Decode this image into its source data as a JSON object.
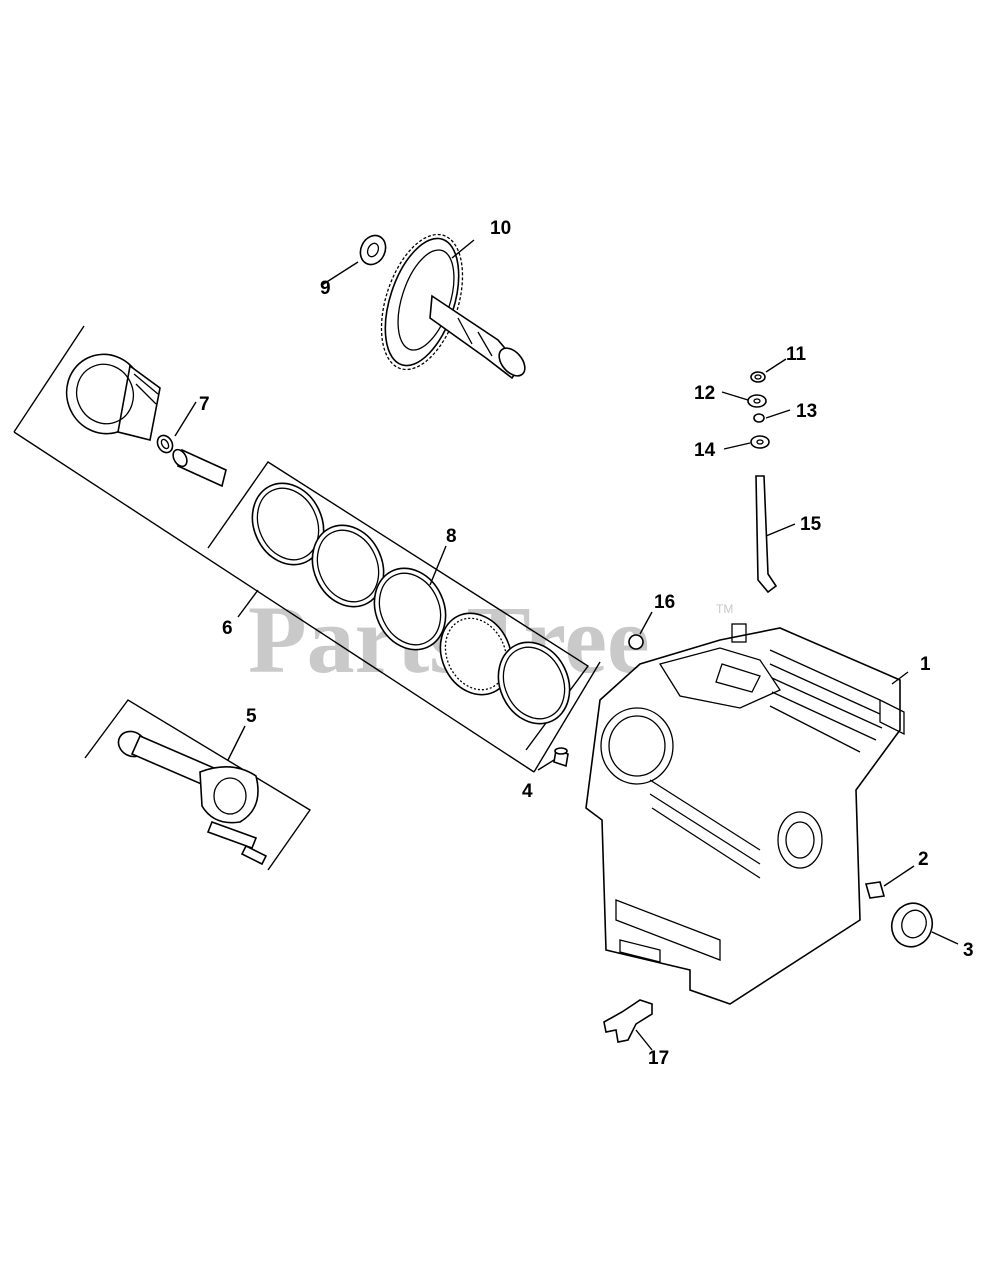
{
  "watermark": {
    "text": "PartsTree",
    "trademark": "TM",
    "color": "#c9c9c9"
  },
  "callouts": {
    "c1": "1",
    "c2": "2",
    "c3": "3",
    "c4": "4",
    "c5": "5",
    "c6": "6",
    "c7": "7",
    "c8": "8",
    "c9": "9",
    "c10": "10",
    "c11": "11",
    "c12": "12",
    "c13": "13",
    "c14": "14",
    "c15": "15",
    "c16": "16",
    "c17": "17"
  },
  "parts": [
    {
      "id": "1",
      "icon": "crankcase-icon"
    },
    {
      "id": "2",
      "icon": "plug-icon"
    },
    {
      "id": "3",
      "icon": "oil-seal-icon"
    },
    {
      "id": "4",
      "icon": "dowel-pin-icon"
    },
    {
      "id": "5",
      "icon": "connecting-rod-icon"
    },
    {
      "id": "6",
      "icon": "piston-assembly-icon"
    },
    {
      "id": "7",
      "icon": "retaining-ring-icon"
    },
    {
      "id": "8",
      "icon": "piston-ring-set-icon"
    },
    {
      "id": "9",
      "icon": "shim-icon"
    },
    {
      "id": "10",
      "icon": "camshaft-icon"
    },
    {
      "id": "11",
      "icon": "nut-icon"
    },
    {
      "id": "12",
      "icon": "washer-icon"
    },
    {
      "id": "13",
      "icon": "bushing-icon"
    },
    {
      "id": "14",
      "icon": "washer-icon"
    },
    {
      "id": "15",
      "icon": "governor-lever-icon"
    },
    {
      "id": "16",
      "icon": "plug-icon"
    },
    {
      "id": "17",
      "icon": "fitting-icon"
    }
  ]
}
